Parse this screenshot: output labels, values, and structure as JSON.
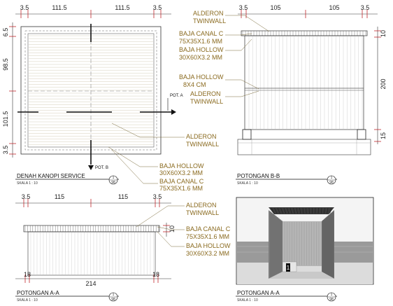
{
  "plan": {
    "dims_top": [
      "3.5",
      "111.5",
      "111.5",
      "3.5"
    ],
    "dims_left": [
      "6.5",
      "98.5",
      "101.5",
      "3.5"
    ],
    "pot_a": "POT. A",
    "pot_b": "POT. B",
    "label_alderon": [
      "ALDERON",
      "TWINWALL"
    ],
    "label_hollow": [
      "BAJA HOLLOW",
      "30X60X3.2 MM"
    ],
    "label_canal": [
      "BAJA CANAL C",
      "75X35X1.6 MM"
    ],
    "title": "DENAH KANOPI SERVICE",
    "scale": "SKALA 1 : 10",
    "sheet_num": "1",
    "sheet_ref": "98"
  },
  "section_bb": {
    "dims_top": [
      "3.5",
      "105",
      "105",
      "3.5"
    ],
    "dims_right": [
      "10",
      "200",
      "15"
    ],
    "labels": [
      [
        "ALDERON",
        "TWINWALL"
      ],
      [
        "BAJA CANAL C",
        "75X35X1.6 MM"
      ],
      [
        "BAJA HOLLOW",
        "30X60X3.2 MM"
      ],
      [
        "BAJA HOLLOW",
        "8X4 CM"
      ],
      [
        "ALDERON",
        "TWINWALL"
      ]
    ],
    "title": "POTONGAN B-B",
    "scale": "SKALA 1 : 10",
    "sheet_num": "1",
    "sheet_ref": "98"
  },
  "section_aa": {
    "dims_top": [
      "3.5",
      "115",
      "115",
      "3.5"
    ],
    "dims_right": [
      "10"
    ],
    "dims_bottom": [
      "18",
      "214",
      "18"
    ],
    "labels": [
      [
        "ALDERON",
        "TWINWALL"
      ],
      [
        "BAJA CANAL C",
        "75X35X1.6 MM"
      ],
      [
        "BAJA HOLLOW",
        "30X60X3.2 MM"
      ]
    ],
    "title": "POTONGAN A-A",
    "scale": "SKALA 1 : 10",
    "sheet_num": "1",
    "sheet_ref": "98"
  },
  "render_view": {
    "marker": "1",
    "title": "POTONGAN A-A",
    "scale": "SKALA 1 : 10",
    "sheet_num": "1",
    "sheet_ref": "98"
  },
  "colors": {
    "line": "#333333",
    "dim_red": "#c0282d",
    "label_gold": "#8a6a1f",
    "leader": "#7a6a3a"
  }
}
